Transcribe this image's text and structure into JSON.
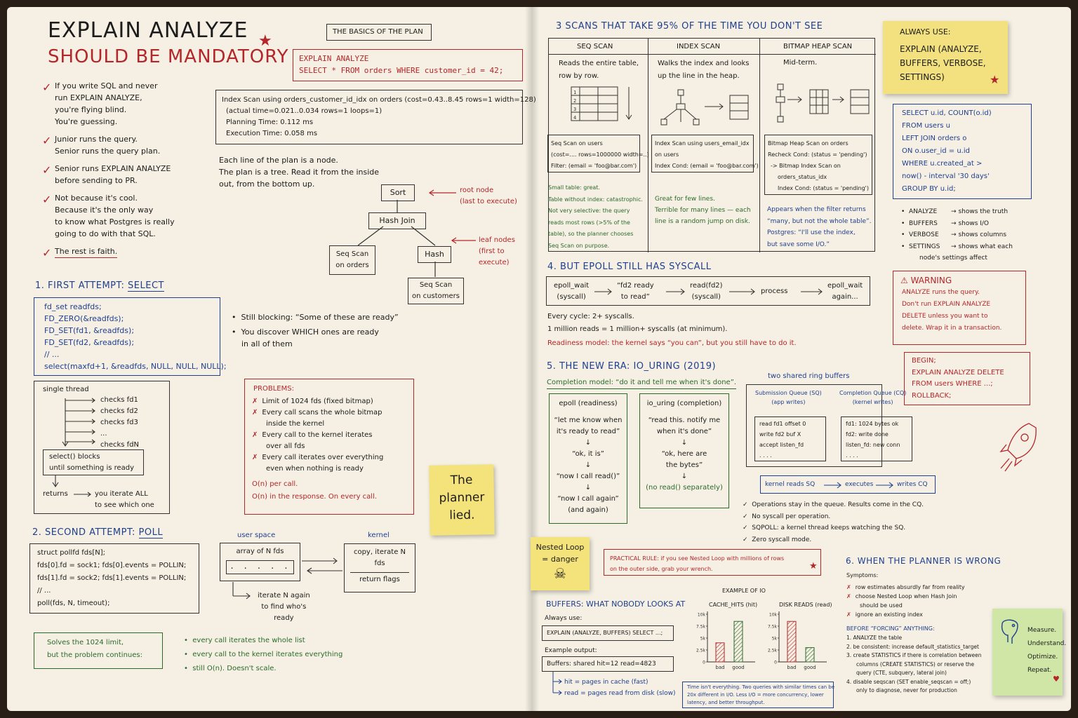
{
  "title": {
    "line1": "EXPLAIN ANALYZE",
    "line2": "SHOULD BE MANDATORY"
  },
  "basics_label": "THE BASICS OF THE PLAN",
  "query_box": {
    "line1": "EXPLAIN ANALYZE",
    "line2": "SELECT * FROM orders WHERE customer_id = 42;"
  },
  "intro_checks": [
    {
      "l1": "If you write SQL and never",
      "l2": "run EXPLAIN ANALYZE,",
      "l3": "you're flying blind.",
      "l4": "You're guessing."
    },
    {
      "l1": "Junior runs the query.",
      "l2": "Senior runs the query plan."
    },
    {
      "l1": "Senior runs EXPLAIN ANALYZE",
      "l2": "before sending to PR."
    },
    {
      "l1": "Not because it's cool.",
      "l2": "Because it's the only way",
      "l3": "to know what Postgres is really",
      "l4": "going to do with that SQL."
    },
    {
      "l1": "The rest is faith."
    }
  ],
  "plan_output": {
    "l1": "Index Scan using orders_customer_id_idx on orders (cost=0.43..8.45 rows=1 width=128)",
    "l2": "(actual time=0.021..0.034   rows=1   loops=1)",
    "l3": "Planning Time: 0.112 ms",
    "l4": "Execution Time: 0.058 ms"
  },
  "plan_notes": {
    "l1": "Each line of the plan is a node.",
    "l2": "The plan is a tree.  Read it from the inside",
    "l3": "out, from the bottom up."
  },
  "tree": {
    "sort": "Sort",
    "hash_join": "Hash Join",
    "seq_orders_1": "Seq Scan",
    "seq_orders_2": "on orders",
    "hash": "Hash",
    "seq_cust_1": "Seq Scan",
    "seq_cust_2": "on customers",
    "root_1": "root node",
    "root_2": "(last to execute)",
    "leaf_1": "leaf nodes",
    "leaf_2": "(first to",
    "leaf_3": "execute)"
  },
  "section1": {
    "num": "1. FIRST ATTEMPT:",
    "kw": "SELECT"
  },
  "select_code": [
    "fd_set readfds;",
    "FD_ZERO(&readfds);",
    "FD_SET(fd1, &readfds);",
    "FD_SET(fd2, &readfds);",
    "// ...",
    "select(maxfd+1, &readfds, NULL, NULL, NULL);"
  ],
  "select_bullets": {
    "b1": "Still blocking: “Some of these are ready”",
    "b2a": "You discover WHICH ones are ready",
    "b2b": "in all of them"
  },
  "thread_diagram": {
    "single": "single thread",
    "c1": "checks  fd1",
    "c2": "checks  fd2",
    "c3": "checks  fd3",
    "c4": "...",
    "c5": "checks  fdN",
    "blocks1": "select() blocks",
    "blocks2": "until something is ready",
    "returns": "returns",
    "iter1": "you iterate ALL",
    "iter2": "to see which one"
  },
  "problems": {
    "title": "PROBLEMS:",
    "p1": "Limit of 1024 fds (fixed bitmap)",
    "p2a": "Every call scans the whole bitmap",
    "p2b": "inside the kernel",
    "p3a": "Every call to the kernel iterates",
    "p3b": "over all fds",
    "p4a": "Every call iterates over everything",
    "p4b": "even when nothing is ready",
    "o1": "O(n) per call.",
    "o2": "O(n) in the response. On every call."
  },
  "sticky_planner": {
    "l1": "The",
    "l2": "planner",
    "l3": "lied."
  },
  "section2": {
    "num": "2. SECOND ATTEMPT:",
    "kw": "POLL"
  },
  "poll_code": [
    "struct pollfd fds[N];",
    "fds[0].fd = sock1; fds[0].events = POLLIN;",
    "fds[1].fd = sock2; fds[1].events = POLLIN;",
    "// ...",
    "poll(fds, N, timeout);"
  ],
  "poll_diagram": {
    "user": "user space",
    "kernel": "kernel",
    "array": "array of N fds",
    "cells": ". . . . .",
    "copy1": "copy, iterate N",
    "copy2": "fds",
    "ret": "return flags",
    "again1": "iterate N again",
    "again2": "to find who's",
    "again3": "ready"
  },
  "poll_solves": {
    "l1": "Solves the 1024 limit,",
    "l2": "but the problem continues:"
  },
  "poll_bullets": {
    "b1": "every call iterates the whole list",
    "b2": "every call to the kernel iterates everything",
    "b3": "still O(n).  Doesn't scale."
  },
  "section3": "3 SCANS THAT TAKE 95% OF THE TIME YOU DON'T SEE",
  "scans": {
    "seq": {
      "title": "SEQ SCAN",
      "d1": "Reads the entire table,",
      "d2": "row by row.",
      "p1": "Seq Scan on users",
      "p2": "(cost=.... rows=1000000 width=..)",
      "p3": "Filter: (email = 'foo@bar.com')",
      "n1": "Small table: great.",
      "n2": "Table without index: catastrophic.",
      "n3": "Not very selective: the query",
      "n4": "reads most rows (>5% of the",
      "n5": "table), so the planner chooses",
      "n6": "Seq Scan on purpose."
    },
    "index": {
      "title": "INDEX SCAN",
      "d1": "Walks the index and looks",
      "d2": "up the line in the heap.",
      "p1": "Index Scan using users_email_idx",
      "p2": "on users",
      "p3": "Index Cond: (email = 'foo@bar.com')",
      "n1": "Great for few lines.",
      "n2": "Terrible for many lines — each",
      "n3": "line is a random jump on disk."
    },
    "bitmap": {
      "title": "BITMAP HEAP SCAN",
      "d1": "Mid-term.",
      "p1": "Bitmap Heap Scan on orders",
      "p2": "Recheck Cond: (status = 'pending')",
      "p3": "-> Bitmap Index Scan on",
      "p4": "orders_status_idx",
      "p5": "Index Cond: (status = 'pending')",
      "n1": "Appears when the filter returns",
      "n2": "“many, but not the whole table”.",
      "n3": "Postgres: “I'll use the index,",
      "n4": "but save some I/O.”"
    }
  },
  "always_use": {
    "title": "ALWAYS USE:",
    "l1": "EXPLAIN (ANALYZE,",
    "l2": "BUFFERS, VERBOSE,",
    "l3": "SETTINGS)"
  },
  "sql_code": [
    "SELECT u.id, COUNT(o.id)",
    "FROM users u",
    "LEFT JOIN orders o",
    "    ON o.user_id = u.id",
    "WHERE u.created_at >",
    "    now() - interval '30 days'",
    "GROUP BY u.id;"
  ],
  "options": [
    {
      "k": "ANALYZE",
      "v": "shows the truth"
    },
    {
      "k": "BUFFERS",
      "v": "shows I/O"
    },
    {
      "k": "VERBOSE",
      "v": "shows columns"
    },
    {
      "k": "SETTINGS",
      "v": "shows what each",
      "v2": "node's settings affect"
    }
  ],
  "warning": {
    "title": "WARNING",
    "l1": "ANALYZE runs the query.",
    "l2": "Don't run EXPLAIN ANALYZE",
    "l3": "DELETE unless you want to",
    "l4": "delete. Wrap it in a transaction."
  },
  "txn": [
    "BEGIN;",
    "EXPLAIN ANALYZE DELETE",
    "FROM users WHERE ...;",
    "ROLLBACK;"
  ],
  "section4": "4. BUT EPOLL STILL HAS SYSCALL",
  "epoll_flow": {
    "a1": "epoll_wait",
    "a2": "(syscall)",
    "b1": "“fd2 ready",
    "b2": "to read”",
    "c1": "read(fd2)",
    "c2": "(syscall)",
    "d": "process",
    "e1": "epoll_wait",
    "e2": "again..."
  },
  "epoll_notes": {
    "l1": "Every cycle: 2+ syscalls.",
    "l2": "1 million reads = 1 million+ syscalls (at minimum).",
    "l3": "Readiness model: the kernel says “you can”, but you still have to do it."
  },
  "section5": {
    "num": "5. THE NEW ERA:",
    "kw": "IO_URING (2019)"
  },
  "completion": "Completion model: “do it and tell me when it's done”.",
  "epoll_col": {
    "title": "epoll (readiness)",
    "s1a": "“let me know when",
    "s1b": "it's ready to read”",
    "s2": "“ok, it is”",
    "s3": "“now I call read()”",
    "s4a": "“now I call again”",
    "s4b": "(and again)"
  },
  "uring_col": {
    "title": "io_uring (completion)",
    "s1a": "“read this. notify me",
    "s1b": "when it's done”",
    "s2a": "“ok, here are",
    "s2b": "the bytes”",
    "s3": "(no read() separately)"
  },
  "rings": {
    "title": "two shared ring buffers",
    "sq1": "Submission Queue (SQ)",
    "sq2": "(app writes)",
    "cq1": "Completion Queue (CQ)",
    "cq2": "(kernel writes)",
    "sqi": [
      "read fd1 offset 0",
      "write fd2 buf X",
      "accept listen_fd",
      ". . . ."
    ],
    "cqi": [
      "fd1: 1024 bytes ok",
      "fd2: write done",
      "listen_fd: new conn",
      ". . . ."
    ],
    "f1": "kernel reads SQ",
    "f2": "executes",
    "f3": "writes CQ"
  },
  "uring_checks": [
    "Operations stay in the queue. Results come in the CQ.",
    "No syscall per operation.",
    "SQPOLL: a kernel thread keeps watching the SQ.",
    "Zero syscall mode."
  ],
  "nested": {
    "l1": "Nested Loop",
    "l2": "= danger"
  },
  "practical": {
    "l1": "PRACTICAL RULE: if you see Nested Loop with millions of rows",
    "l2": "on the outer side, grab your wrench."
  },
  "buffers": {
    "title": "BUFFERS: WHAT NOBODY LOOKS AT",
    "always": "Always use:",
    "cmd": "EXPLAIN (ANALYZE, BUFFERS) SELECT ...;",
    "ex": "Example output:",
    "out": "Buffers: shared hit=12 read=4823",
    "hit": "hit = pages in cache (fast)",
    "read": "read = pages read from disk (slow)"
  },
  "io_note": {
    "l1": "Time isn't everything. Two queries with similar times can be",
    "l2": "20x different in I/O. Less I/O = more concurrency, lower",
    "l3": "latency, and better throughput."
  },
  "chart_data": {
    "type": "bar",
    "title": "EXAMPLE OF IO",
    "panels": [
      {
        "title": "CACHE_HITS (hit)",
        "categories": [
          "bad",
          "good"
        ],
        "values": [
          4000,
          8500
        ]
      },
      {
        "title": "DISK READS (read)",
        "categories": [
          "bad",
          "good"
        ],
        "values": [
          8500,
          3000
        ]
      }
    ],
    "yticks": [
      "10k",
      "7.5k",
      "5k",
      "2.5k",
      "0"
    ],
    "ylim": [
      0,
      10000
    ],
    "colors": {
      "bad": "#b3262a",
      "good": "#2c6a2c"
    }
  },
  "section6": "6. WHEN THE PLANNER IS WRONG",
  "symptoms": {
    "title": "Symptoms:",
    "s1": "row estimates absurdly far from reality",
    "s2a": "choose Nested Loop when Hash Join",
    "s2b": "should be used",
    "s3": "ignore an existing index"
  },
  "forcing": {
    "title": "BEFORE “FORCING” ANYTHING:",
    "i1": "1.  ANALYZE the table",
    "i2": "2.  be consistent: increase default_statistics_target",
    "i3a": "3.  create STATISTICS if there is correlation between",
    "i3b": "columns (CREATE STATISTICS) or reserve the",
    "i3c": "query (CTE, subquery, lateral join)",
    "i4a": "4.  disable seqscan (SET enable_seqscan = off;)",
    "i4b": "only to diagnose, never for production"
  },
  "green_note": {
    "l1": "Measure.",
    "l2": "Understand.",
    "l3": "Optimize.",
    "l4": "Repeat."
  }
}
